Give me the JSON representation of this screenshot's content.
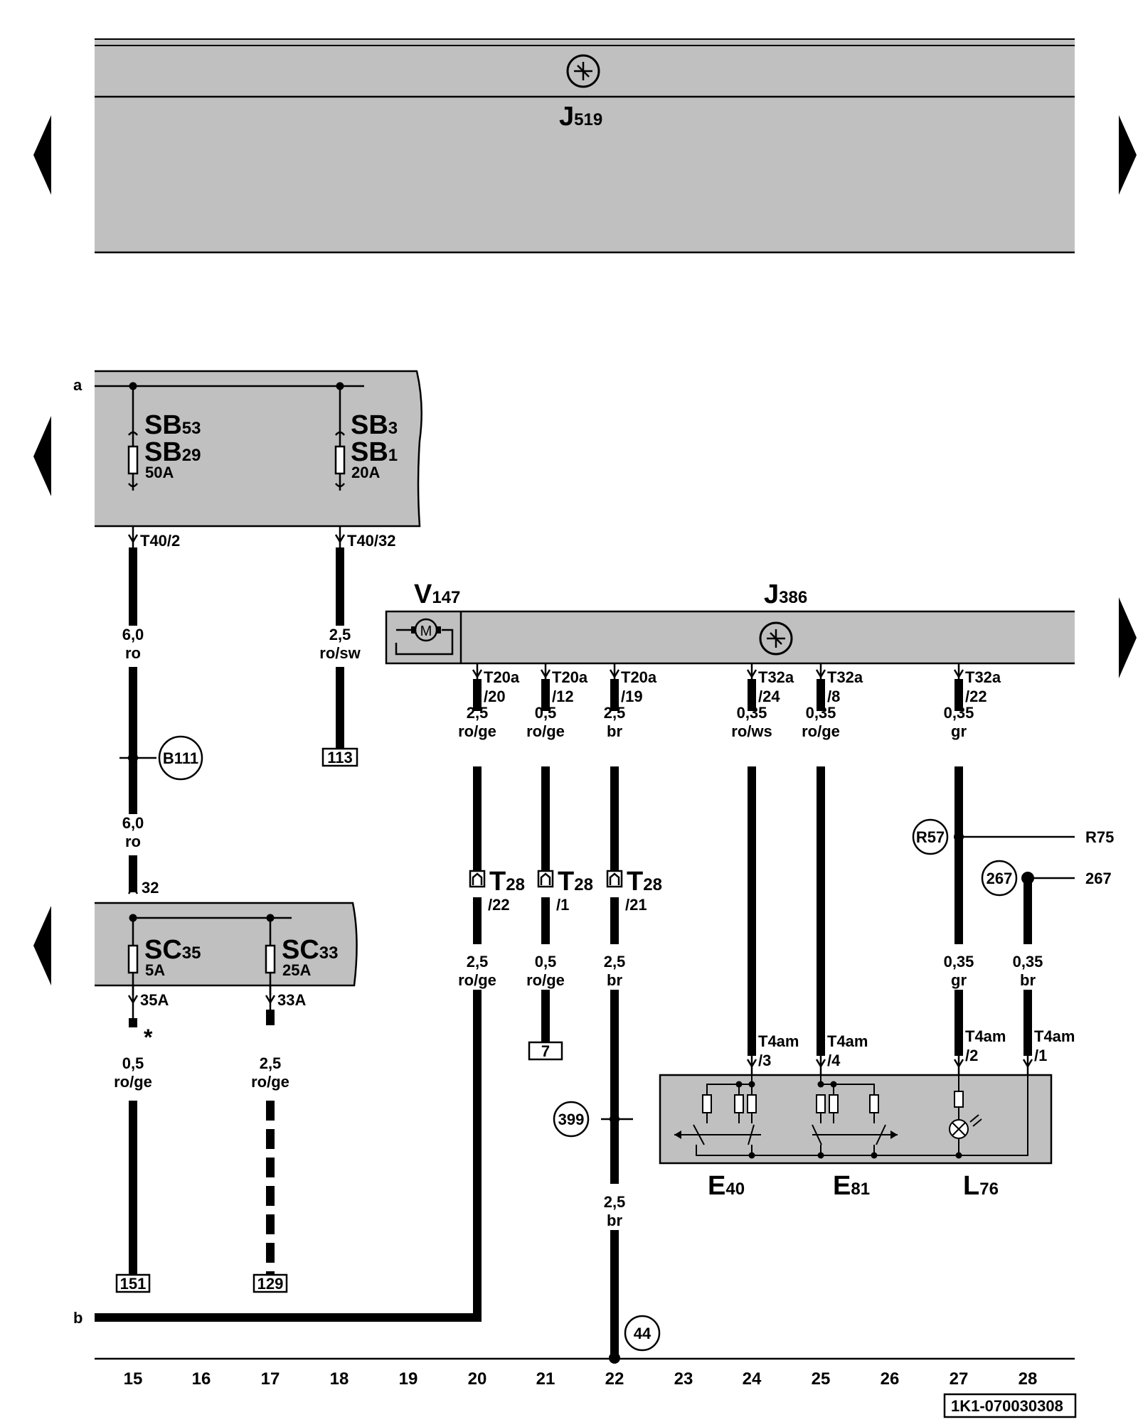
{
  "components": {
    "j519": {
      "name": "J",
      "sub": "519"
    },
    "sb_top_left": {
      "name": "SB",
      "sub": "53"
    },
    "sb_bot_left": {
      "name": "SB",
      "sub": "29"
    },
    "sb_left_rating": "50A",
    "sb_top_right": {
      "name": "SB",
      "sub": "3"
    },
    "sb_bot_right": {
      "name": "SB",
      "sub": "1"
    },
    "sb_right_rating": "20A",
    "v147": {
      "name": "V",
      "sub": "147"
    },
    "j386": {
      "name": "J",
      "sub": "386"
    },
    "motor_symbol": "M",
    "sc35": {
      "name": "SC",
      "sub": "35",
      "rating": "5A"
    },
    "sc33": {
      "name": "SC",
      "sub": "33",
      "rating": "25A"
    },
    "e40": {
      "name": "E",
      "sub": "40"
    },
    "e81": {
      "name": "E",
      "sub": "81"
    },
    "l76": {
      "name": "L",
      "sub": "76"
    },
    "t28_1": {
      "name": "T",
      "sub": "28",
      "pin": "/22"
    },
    "t28_2": {
      "name": "T",
      "sub": "28",
      "pin": "/1"
    },
    "t28_3": {
      "name": "T",
      "sub": "28",
      "pin": "/21"
    }
  },
  "line_labels": {
    "a": "a",
    "b": "b"
  },
  "connectors": {
    "t40_2": "T40/2",
    "t40_32": "T40/32",
    "pin32": "32",
    "pin35a": "35A",
    "pin33a": "33A",
    "t20a_20": {
      "top": "T20a",
      "bot": "/20"
    },
    "t20a_12": {
      "top": "T20a",
      "bot": "/12"
    },
    "t20a_19": {
      "top": "T20a",
      "bot": "/19"
    },
    "t32a_24": {
      "top": "T32a",
      "bot": "/24"
    },
    "t32a_8": {
      "top": "T32a",
      "bot": "/8"
    },
    "t32a_22": {
      "top": "T32a",
      "bot": "/22"
    },
    "t4am_3": {
      "top": "T4am",
      "bot": "/3"
    },
    "t4am_4": {
      "top": "T4am",
      "bot": "/4"
    },
    "t4am_2": {
      "top": "T4am",
      "bot": "/2"
    },
    "t4am_1": {
      "top": "T4am",
      "bot": "/1"
    }
  },
  "wire_labels": [
    {
      "size": "6,0",
      "color": "ro"
    },
    {
      "size": "2,5",
      "color": "ro/sw"
    },
    {
      "size": "6,0",
      "color": "ro"
    },
    {
      "size": "0,5",
      "color": "ro/ge"
    },
    {
      "size": "2,5",
      "color": "ro/ge"
    },
    {
      "size": "2,5",
      "color": "ro/ge"
    },
    {
      "size": "0,5",
      "color": "ro/ge"
    },
    {
      "size": "2,5",
      "color": "br"
    },
    {
      "size": "0,35",
      "color": "ro/ws"
    },
    {
      "size": "0,35",
      "color": "ro/ge"
    },
    {
      "size": "0,35",
      "color": "gr"
    },
    {
      "size": "2,5",
      "color": "ro/ge"
    },
    {
      "size": "0,5",
      "color": "ro/ge"
    },
    {
      "size": "2,5",
      "color": "br"
    },
    {
      "size": "0,35",
      "color": "gr"
    },
    {
      "size": "0,35",
      "color": "br"
    },
    {
      "size": "2,5",
      "color": "br"
    }
  ],
  "refs": {
    "b111": "B111",
    "r57": "R57",
    "r75": "R75",
    "c267": "267",
    "r267": "267",
    "c399": "399",
    "c44": "44",
    "box113": "113",
    "box7": "7",
    "box151": "151",
    "box129": "129"
  },
  "asterisk": "*",
  "columns": [
    "15",
    "16",
    "17",
    "18",
    "19",
    "20",
    "21",
    "22",
    "23",
    "24",
    "25",
    "26",
    "27",
    "28"
  ],
  "doc_id": "1K1-070030308"
}
